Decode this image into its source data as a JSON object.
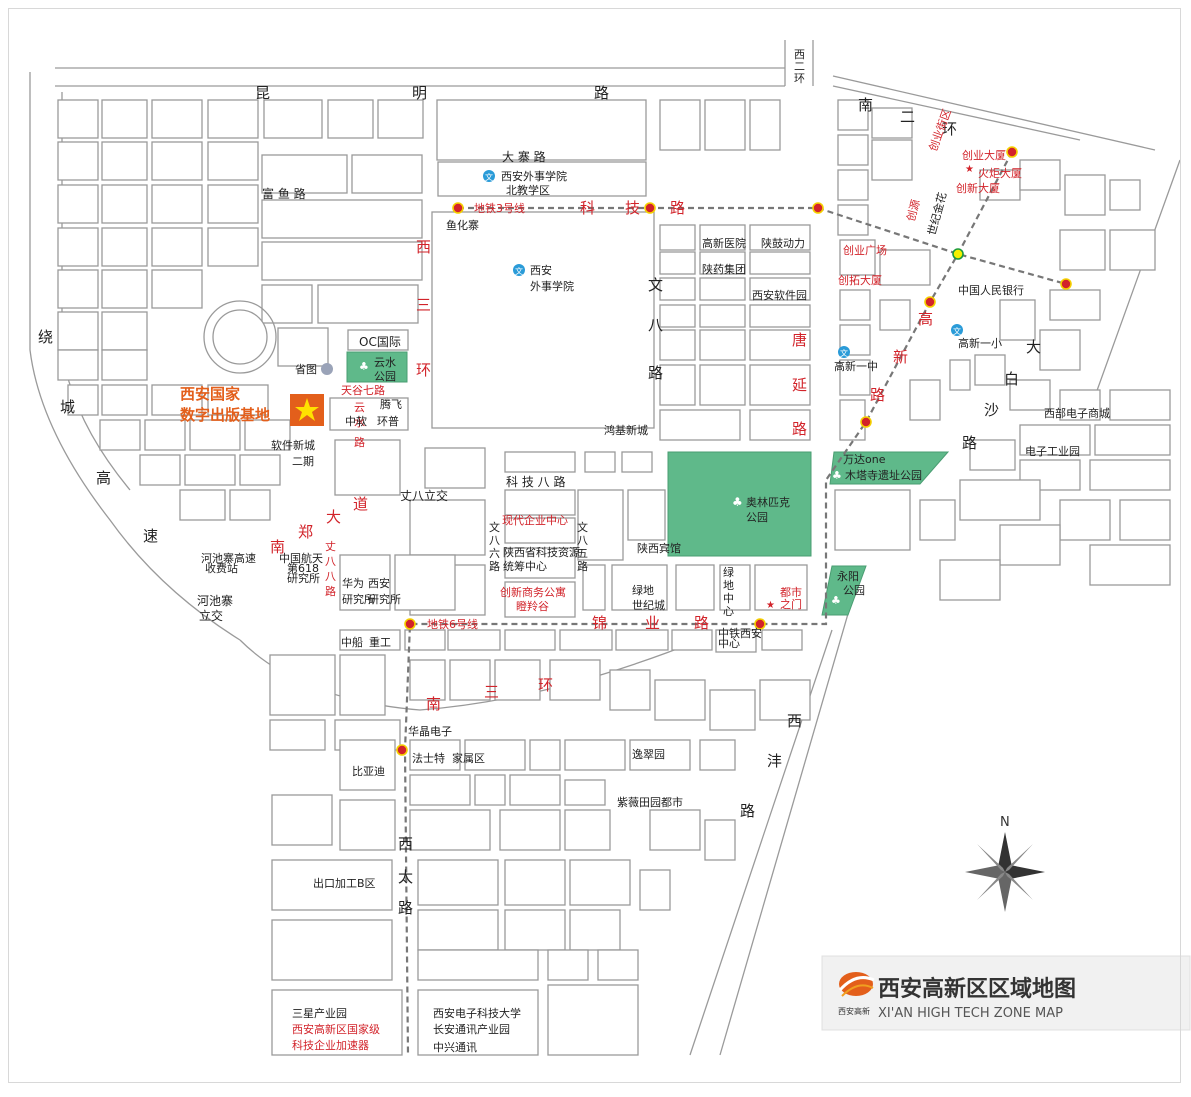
{
  "roads": {
    "kunming": [
      "昆",
      "明",
      "路"
    ],
    "xi_er_huan": [
      "西",
      "二",
      "环"
    ],
    "nan_er_huan": [
      "南",
      "二",
      "环"
    ],
    "da_zhai": "大 寨 路",
    "fu_yu": "富 鱼 路",
    "xi_san_huan": [
      "西",
      "三",
      "环"
    ],
    "keji": [
      "科",
      "技",
      "路"
    ],
    "wen_ba": [
      "文",
      "八",
      "路"
    ],
    "tang_yan": [
      "唐",
      "延",
      "路"
    ],
    "gao_xin": [
      "高",
      "新",
      "路"
    ],
    "bai_sha": [
      "白",
      "沙",
      "路"
    ],
    "keji_ba": "科 技 八 路",
    "zhang_ba_jiao": "丈八立交",
    "nan_zheng": [
      "南",
      "郑",
      "大",
      "道"
    ],
    "zhang_ba_ba": [
      "丈",
      "八",
      "八",
      "路"
    ],
    "yunshui": [
      "云",
      "水",
      "路"
    ],
    "tiangu_qi": "天谷七路",
    "jinye": [
      "锦",
      "业",
      "路"
    ],
    "nan_san_huan": [
      "南",
      "三",
      "环"
    ],
    "xi_feng": [
      "西",
      "沣",
      "路"
    ],
    "xi_tai": [
      "西",
      "太",
      "路"
    ],
    "rao_cheng": [
      "绕",
      "城",
      "高",
      "速"
    ],
    "wen_ba_liu": [
      "文",
      "八",
      "六",
      "路"
    ],
    "wen_ba_wu": [
      "文",
      "八",
      "五",
      "路"
    ],
    "da": "大",
    "lu": "路"
  },
  "places": {
    "xian_foreign_north": [
      "西安外事学院",
      "北教学区"
    ],
    "yu_hua_zhai": "鱼化寨",
    "xian_foreign": [
      "西安",
      "外事学院"
    ],
    "hongji": "鸿基新城",
    "gaoxin_hospital": "高新医院",
    "shaangu": "陕鼓动力",
    "shaanyao": "陕药集团",
    "xian_software": "西安软件园",
    "oc": "OC国际",
    "yunshui_park": [
      "云水",
      "公园"
    ],
    "shengtu": "省图",
    "tengfei": "腾飞",
    "zhongruan": "中软",
    "huanpu": "环普",
    "ruanjian_xincheng": [
      "软件新城",
      "二期"
    ],
    "olympic_park": [
      "奥林匹克",
      "公园"
    ],
    "wanda": "万达one",
    "mutasi": "木塔寺遗址公园",
    "gaoxin_yizhong": "高新一中",
    "gaoxin_yixiao": "高新一小",
    "zhongguo_renmin": "中国人民银行",
    "xidian_mall": "西部电子商城",
    "dianzi_gongye": "电子工业园",
    "shaanxi_hotel": "陕西宾馆",
    "shaanxi_keji": [
      "陕西省科技资源",
      "统筹中心"
    ],
    "lvdi_century": [
      "绿地",
      "世纪城"
    ],
    "lvdi_center": [
      "绿",
      "地",
      "中",
      "心"
    ],
    "yongyang": [
      "永阳",
      "公园"
    ],
    "hangtian618": [
      "中国航天",
      "第618",
      "研究所"
    ],
    "huawei": [
      "华为",
      "研究所"
    ],
    "xian_inst": [
      "西安",
      "研究所"
    ],
    "hechizhai_toll": [
      "河池寨高速",
      "收费站"
    ],
    "hechizhai_jiao": [
      "河池寨",
      "立交"
    ],
    "zhongchuan": "中船",
    "zhonggong": "重工",
    "huajing": "华晶电子",
    "fashite": "法士特",
    "jiashuqu": "家属区",
    "yicuiyuan": "逸翠园",
    "ziwei": "紫薇田园都市",
    "byd": "比亚迪",
    "export_b": "出口加工B区",
    "zhongtie": [
      "中铁西安",
      "中心"
    ],
    "samsung": "三星产业园",
    "xidian": [
      "西安电子科技大学",
      "长安通讯产业园"
    ],
    "zte": "中兴通讯"
  },
  "red_places": {
    "target": [
      "西安国家",
      "数字出版基地"
    ],
    "modern_enterprise": "现代企业中心",
    "chuangxin_shangwu": [
      "创新商务公寓",
      "瞪羚谷"
    ],
    "dushi": [
      "都市",
      "之门"
    ],
    "chuangye_guangchang": "创业广场",
    "chuangtuo": "创拓大厦",
    "chuangye_dasha": "创业大厦",
    "huoju": "火炬大厦",
    "chuangxin_dasha": "创新大厦",
    "chuangye_jie": "创业街区",
    "chuangyuan": "创源",
    "shiji_jinhua": "世纪金花",
    "metro3": "地铁3号线",
    "metro6": "地铁6号线"
  },
  "compass": {
    "north": "N"
  },
  "legend": {
    "title": "西安高新区区域地图",
    "subtitle": "XI'AN HIGH TECH ZONE MAP",
    "logo_text": "西安高新"
  },
  "colors": {
    "accent_red": "#d2232a",
    "target_orange": "#e35f1b",
    "park_green": "#5fb98a",
    "metro_yellow": "#f5d100"
  },
  "bottom_notes": {
    "accelerator": [
      "西安高新区国家级",
      "科技企业加速器"
    ]
  }
}
